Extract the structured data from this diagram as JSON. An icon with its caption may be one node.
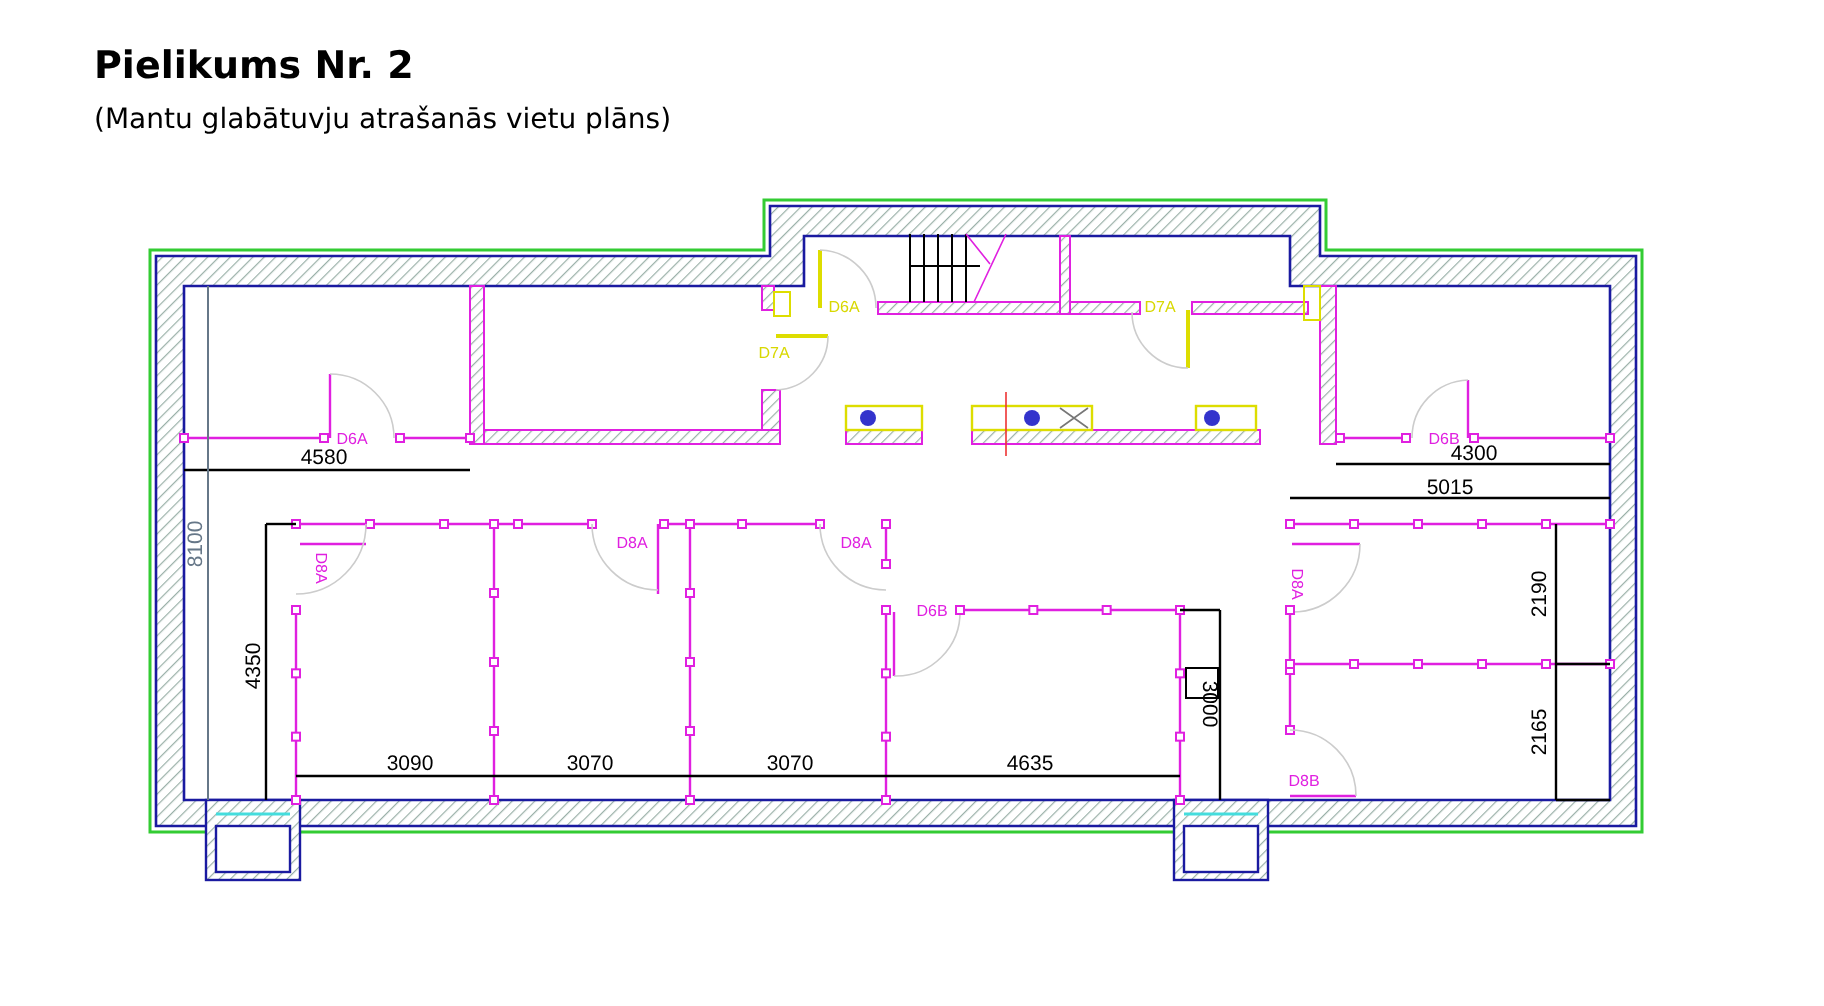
{
  "diagram": {
    "title": "Pielikums Nr. 2",
    "caption": "(Mantu glabātuvju atrašanās vietu plāns)",
    "labels": [
      "D6A",
      "D7A",
      "D7A",
      "D6A",
      "D6B",
      "4580",
      "4300",
      "5015",
      "8100",
      "D8A",
      "D8A",
      "D8A",
      "D8A",
      "D6B",
      "2190",
      "4350",
      "3000",
      "2165",
      "3090",
      "3070",
      "3070",
      "4635",
      "D8B"
    ]
  }
}
